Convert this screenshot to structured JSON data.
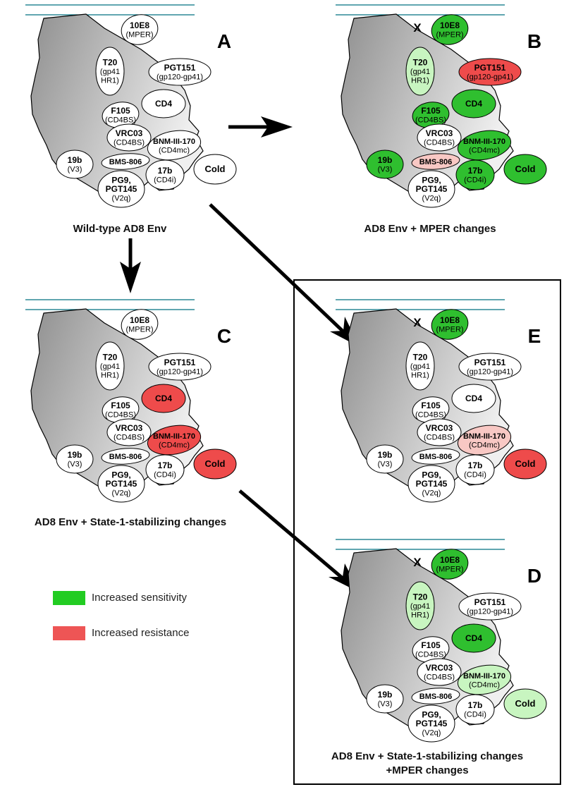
{
  "colors": {
    "membrane": "#007080",
    "body_gradient_light": "#ececec",
    "body_gradient_dark": "#9a9a9a",
    "sensitive_strong": "#2fbf2f",
    "sensitive_light": "#c8f5c0",
    "resistant_strong": "#ee4b4b",
    "resistant_light": "#f8c8c4",
    "neutral": "#ffffff",
    "border_box": "#000000"
  },
  "antigen_labels": {
    "e10e8": [
      "10E8",
      "(MPER)"
    ],
    "t20": [
      "T20",
      "(gp41",
      "HR1)"
    ],
    "pgt151": [
      "PGT151",
      "(gp120-gp41)"
    ],
    "f105": [
      "F105",
      "(CD4BS)"
    ],
    "cd4": [
      "CD4"
    ],
    "vrc03": [
      "VRC03",
      "(CD4BS)"
    ],
    "bnm": [
      "BNM-III-170",
      "(CD4mc)"
    ],
    "e19b": [
      "19b",
      "(V3)"
    ],
    "bms": [
      "BMS-806"
    ],
    "e17b": [
      "17b",
      "(CD4i)"
    ],
    "pg9": [
      "PG9,",
      "PGT145",
      "(V2q)"
    ],
    "cold": [
      "Cold"
    ]
  },
  "x_mark": "X",
  "panels": [
    {
      "letter": "A",
      "caption": "Wild-type AD8 Env",
      "x_mark": false,
      "states": {
        "e10e8": "neutral",
        "t20": "neutral",
        "pgt151": "neutral",
        "f105": "neutral",
        "cd4": "neutral",
        "vrc03": "neutral",
        "bnm": "neutral",
        "e19b": "neutral",
        "bms": "neutral",
        "e17b": "neutral",
        "pg9": "neutral",
        "cold": "neutral"
      }
    },
    {
      "letter": "B",
      "caption": "AD8 Env + MPER changes",
      "x_mark": true,
      "states": {
        "e10e8": "sensitive_strong",
        "t20": "sensitive_light",
        "pgt151": "resistant_strong",
        "f105": "sensitive_strong",
        "cd4": "sensitive_strong",
        "vrc03": "neutral",
        "bnm": "sensitive_strong",
        "e19b": "sensitive_strong",
        "bms": "resistant_light",
        "e17b": "sensitive_strong",
        "pg9": "neutral",
        "cold": "sensitive_strong"
      }
    },
    {
      "letter": "C",
      "caption": "AD8 Env + State-1-stabilizing changes",
      "x_mark": false,
      "states": {
        "e10e8": "neutral",
        "t20": "neutral",
        "pgt151": "neutral",
        "f105": "neutral",
        "cd4": "resistant_strong",
        "vrc03": "neutral",
        "bnm": "resistant_strong",
        "e19b": "neutral",
        "bms": "neutral",
        "e17b": "neutral",
        "pg9": "neutral",
        "cold": "resistant_strong"
      }
    },
    {
      "letter": "E",
      "caption": "",
      "x_mark": true,
      "states": {
        "e10e8": "sensitive_strong",
        "t20": "neutral",
        "pgt151": "neutral",
        "f105": "neutral",
        "cd4": "neutral",
        "vrc03": "neutral",
        "bnm": "resistant_light",
        "e19b": "neutral",
        "bms": "neutral",
        "e17b": "neutral",
        "pg9": "neutral",
        "cold": "resistant_strong"
      }
    },
    {
      "letter": "D",
      "caption": "AD8 Env + State-1-stabilizing changes",
      "caption2": "+MPER changes",
      "x_mark": true,
      "states": {
        "e10e8": "sensitive_strong",
        "t20": "sensitive_light",
        "pgt151": "neutral",
        "f105": "neutral",
        "cd4": "sensitive_strong",
        "vrc03": "neutral",
        "bnm": "sensitive_light",
        "e19b": "neutral",
        "bms": "neutral",
        "e17b": "neutral",
        "pg9": "neutral",
        "cold": "sensitive_light"
      }
    }
  ],
  "legend": [
    {
      "label": "Increased sensitivity",
      "color": "#22cc22"
    },
    {
      "label": "Increased resistance",
      "color": "#ee5555"
    }
  ]
}
